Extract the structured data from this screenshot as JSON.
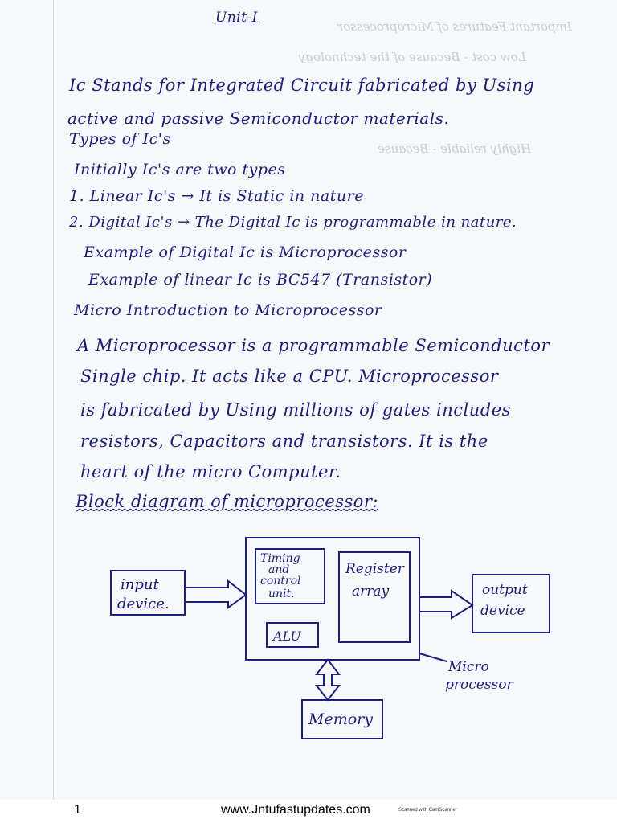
{
  "title": "Unit-I",
  "lines": {
    "l1": "Ic Stands for Integrated Circuit fabricated by Using",
    "l2": "active and passive Semiconductor materials.",
    "l3": "Types of Ic's",
    "l4": "Initially Ic's are two types",
    "l5": "1. Linear Ic's → It is Static in nature",
    "l6": "2. Digital Ic's → The Digital Ic is programmable in nature.",
    "l7": "Example of Digital Ic is Microprocessor",
    "l8": "Example of linear Ic is BC547 (Transistor)",
    "l9": "Micro Introduction to Microprocessor",
    "l10": "A Microprocessor is a programmable Semiconductor",
    "l11": "Single chip. It acts like a CPU. Microprocessor",
    "l12": "is fabricated by Using millions of gates includes",
    "l13": "resistors, Capacitors and transistors. It is the",
    "l14": "heart of the micro Computer.",
    "l15": "Block diagram of microprocessor:"
  },
  "diagram": {
    "input1": "input",
    "input2": "device.",
    "timing1": "Timing",
    "timing2": "and",
    "timing3": "control",
    "timing4": "unit.",
    "register1": "Register",
    "register2": "array",
    "alu": "ALU",
    "output1": "output",
    "output2": "device",
    "micro1": "Micro",
    "micro2": "processor",
    "memory": "Memory"
  },
  "bleed": {
    "b1": "Important Features of Microprocessor",
    "b2": "Low cost - Because of the technology",
    "b3": "Highly reliable - Because"
  },
  "footer": {
    "page": "1",
    "site": "www.Jntufastupdates.com",
    "scanner": "Scanned with CamScanner"
  }
}
